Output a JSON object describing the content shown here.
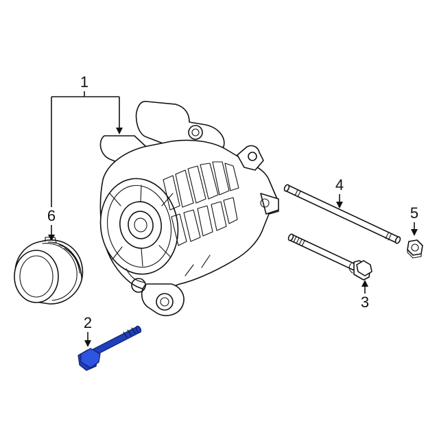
{
  "diagram": {
    "callouts": [
      {
        "id": "1",
        "label": "1",
        "part": "alternator"
      },
      {
        "id": "2",
        "label": "2",
        "part": "bolt"
      },
      {
        "id": "3",
        "label": "3",
        "part": "bolt"
      },
      {
        "id": "4",
        "label": "4",
        "part": "stud"
      },
      {
        "id": "5",
        "label": "5",
        "part": "nut"
      },
      {
        "id": "6",
        "label": "6",
        "part": "pulley"
      }
    ],
    "highlight_color": "#1f3fbf",
    "line_color": "#111111",
    "background": "#ffffff"
  }
}
